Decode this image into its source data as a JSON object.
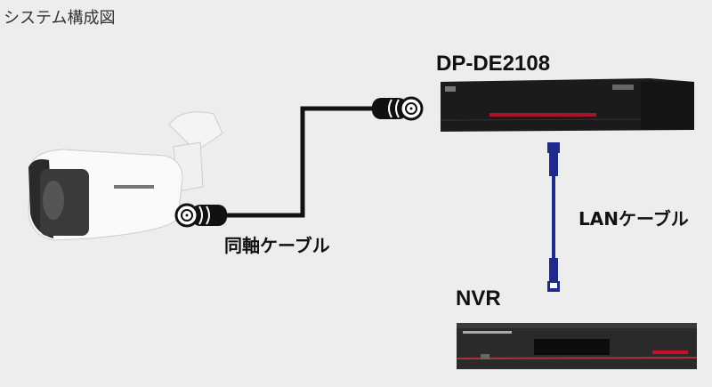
{
  "title": "システム構成図",
  "devices": {
    "recorder_label": "DP-DE2108",
    "nvr_label": "NVR"
  },
  "cables": {
    "coax_label": "同軸ケーブル",
    "lan_label": "LANケーブル"
  },
  "colors": {
    "background": "#ededed",
    "coax": "#111111",
    "lan": "#1f2a8c",
    "accent_red": "#c8102e"
  }
}
